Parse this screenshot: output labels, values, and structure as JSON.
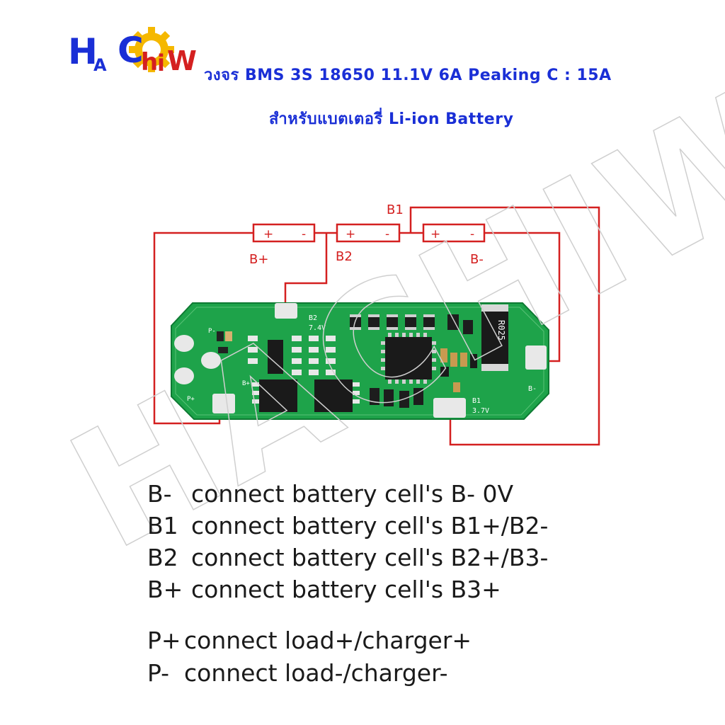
{
  "logo": {
    "letters": [
      "H",
      "A",
      "C",
      "h",
      "i",
      "W"
    ],
    "gear_color": "#f5b800",
    "blue": "#1a2fd6",
    "red": "#d42020"
  },
  "title": {
    "line1": "วงจร BMS 3S 18650 11.1V  6A Peaking C : 15A",
    "line2": "สำหรับแบตเตอรี่  Li-ion Battery"
  },
  "diagram": {
    "cells": [
      {
        "plus": "+",
        "minus": "-"
      },
      {
        "plus": "+",
        "minus": "-"
      },
      {
        "plus": "+",
        "minus": "-"
      }
    ],
    "labels": {
      "b_plus": "B+",
      "b2": "B2",
      "b1": "B1",
      "b_minus": "B-"
    },
    "board": {
      "pad_b2_text": "B2",
      "pad_b2_volt": "7.4V",
      "pad_b1_text": "B1",
      "pad_b1_volt": "3.7V",
      "pad_p_minus": "P-",
      "pad_p_plus": "P+",
      "pad_b_plus": "B+",
      "pad_b_minus": "B-",
      "resistor": "R025",
      "board_color": "#1ea34a",
      "wire_color": "#d42020"
    },
    "watermark": "HACHIW"
  },
  "legend": [
    {
      "key": "B-",
      "text": "connect battery cell's B- 0V"
    },
    {
      "key": "B1",
      "text": "connect battery cell's B1+/B2-"
    },
    {
      "key": "B2",
      "text": "connect battery cell's B2+/B3-"
    },
    {
      "key": "B+",
      "text": "connect battery cell's B3+"
    }
  ],
  "legend2": [
    {
      "key": "P+",
      "text": "connect load+/charger+"
    },
    {
      "key": "P-",
      "text": "connect load-/charger-"
    }
  ]
}
